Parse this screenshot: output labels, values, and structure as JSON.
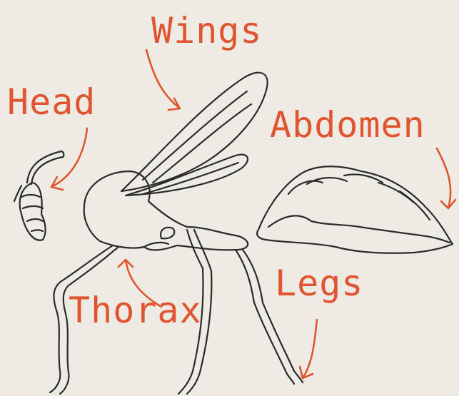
{
  "labels": {
    "wings": "Wings",
    "head": "Head",
    "abdomen": "Abdomen",
    "thorax": "Thorax",
    "legs": "Legs"
  },
  "colors": {
    "background": "#eeebe4",
    "label": "#e0552f",
    "outline": "#2a2a2a"
  }
}
